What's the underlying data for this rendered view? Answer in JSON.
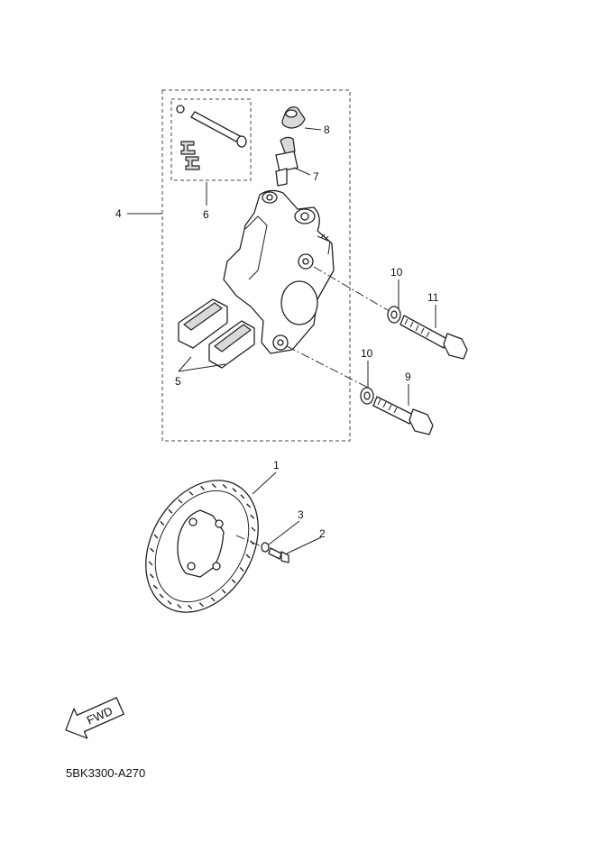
{
  "callouts": {
    "c1": "1",
    "c2": "2",
    "c3": "3",
    "c4": "4",
    "c5": "5",
    "c6": "6",
    "c7": "7",
    "c8": "8",
    "c9": "9",
    "c10a": "10",
    "c10b": "10",
    "c11": "11"
  },
  "fwd_label": "FWD",
  "diagram_code": "5BK3300-A270"
}
